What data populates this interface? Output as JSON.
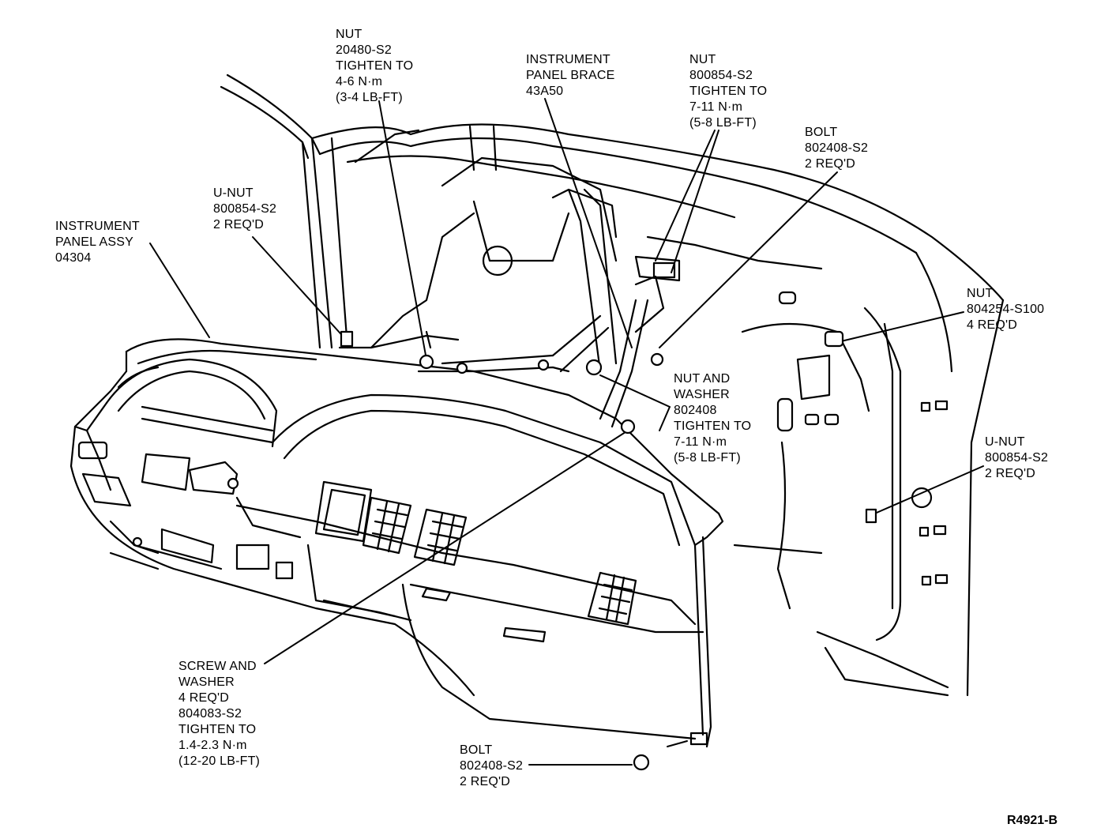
{
  "callouts": {
    "nut_top": [
      "NUT",
      "20480-S2",
      "TIGHTEN TO",
      "4-6 N·m",
      "(3-4 LB-FT)"
    ],
    "ip_brace": [
      "INSTRUMENT",
      "PANEL BRACE",
      "43A50"
    ],
    "nut_upper_right": [
      "NUT",
      "800854-S2",
      "TIGHTEN TO",
      "7-11 N·m",
      "(5-8 LB-FT)"
    ],
    "bolt_right": [
      "BOLT",
      "802408-S2",
      "2 REQ'D"
    ],
    "unut_left": [
      "U-NUT",
      "800854-S2",
      "2 REQ'D"
    ],
    "ip_assy": [
      "INSTRUMENT",
      "PANEL ASSY",
      "04304"
    ],
    "nut_far_right": [
      "NUT",
      "804254-S100",
      "4 REQ'D"
    ],
    "nut_washer": [
      "NUT AND",
      "WASHER",
      "802408",
      "TIGHTEN TO",
      "7-11 N·m",
      "(5-8 LB-FT)"
    ],
    "unut_right": [
      "U-NUT",
      "800854-S2",
      "2 REQ'D"
    ],
    "screw_washer": [
      "SCREW AND",
      "WASHER",
      "4 REQ'D",
      "804083-S2",
      "TIGHTEN TO",
      "1.4-2.3 N·m",
      "(12-20 LB-FT)"
    ],
    "bolt_bottom": [
      "BOLT",
      "802408-S2",
      "2 REQ'D"
    ]
  },
  "figure_ref": "R4921-B"
}
